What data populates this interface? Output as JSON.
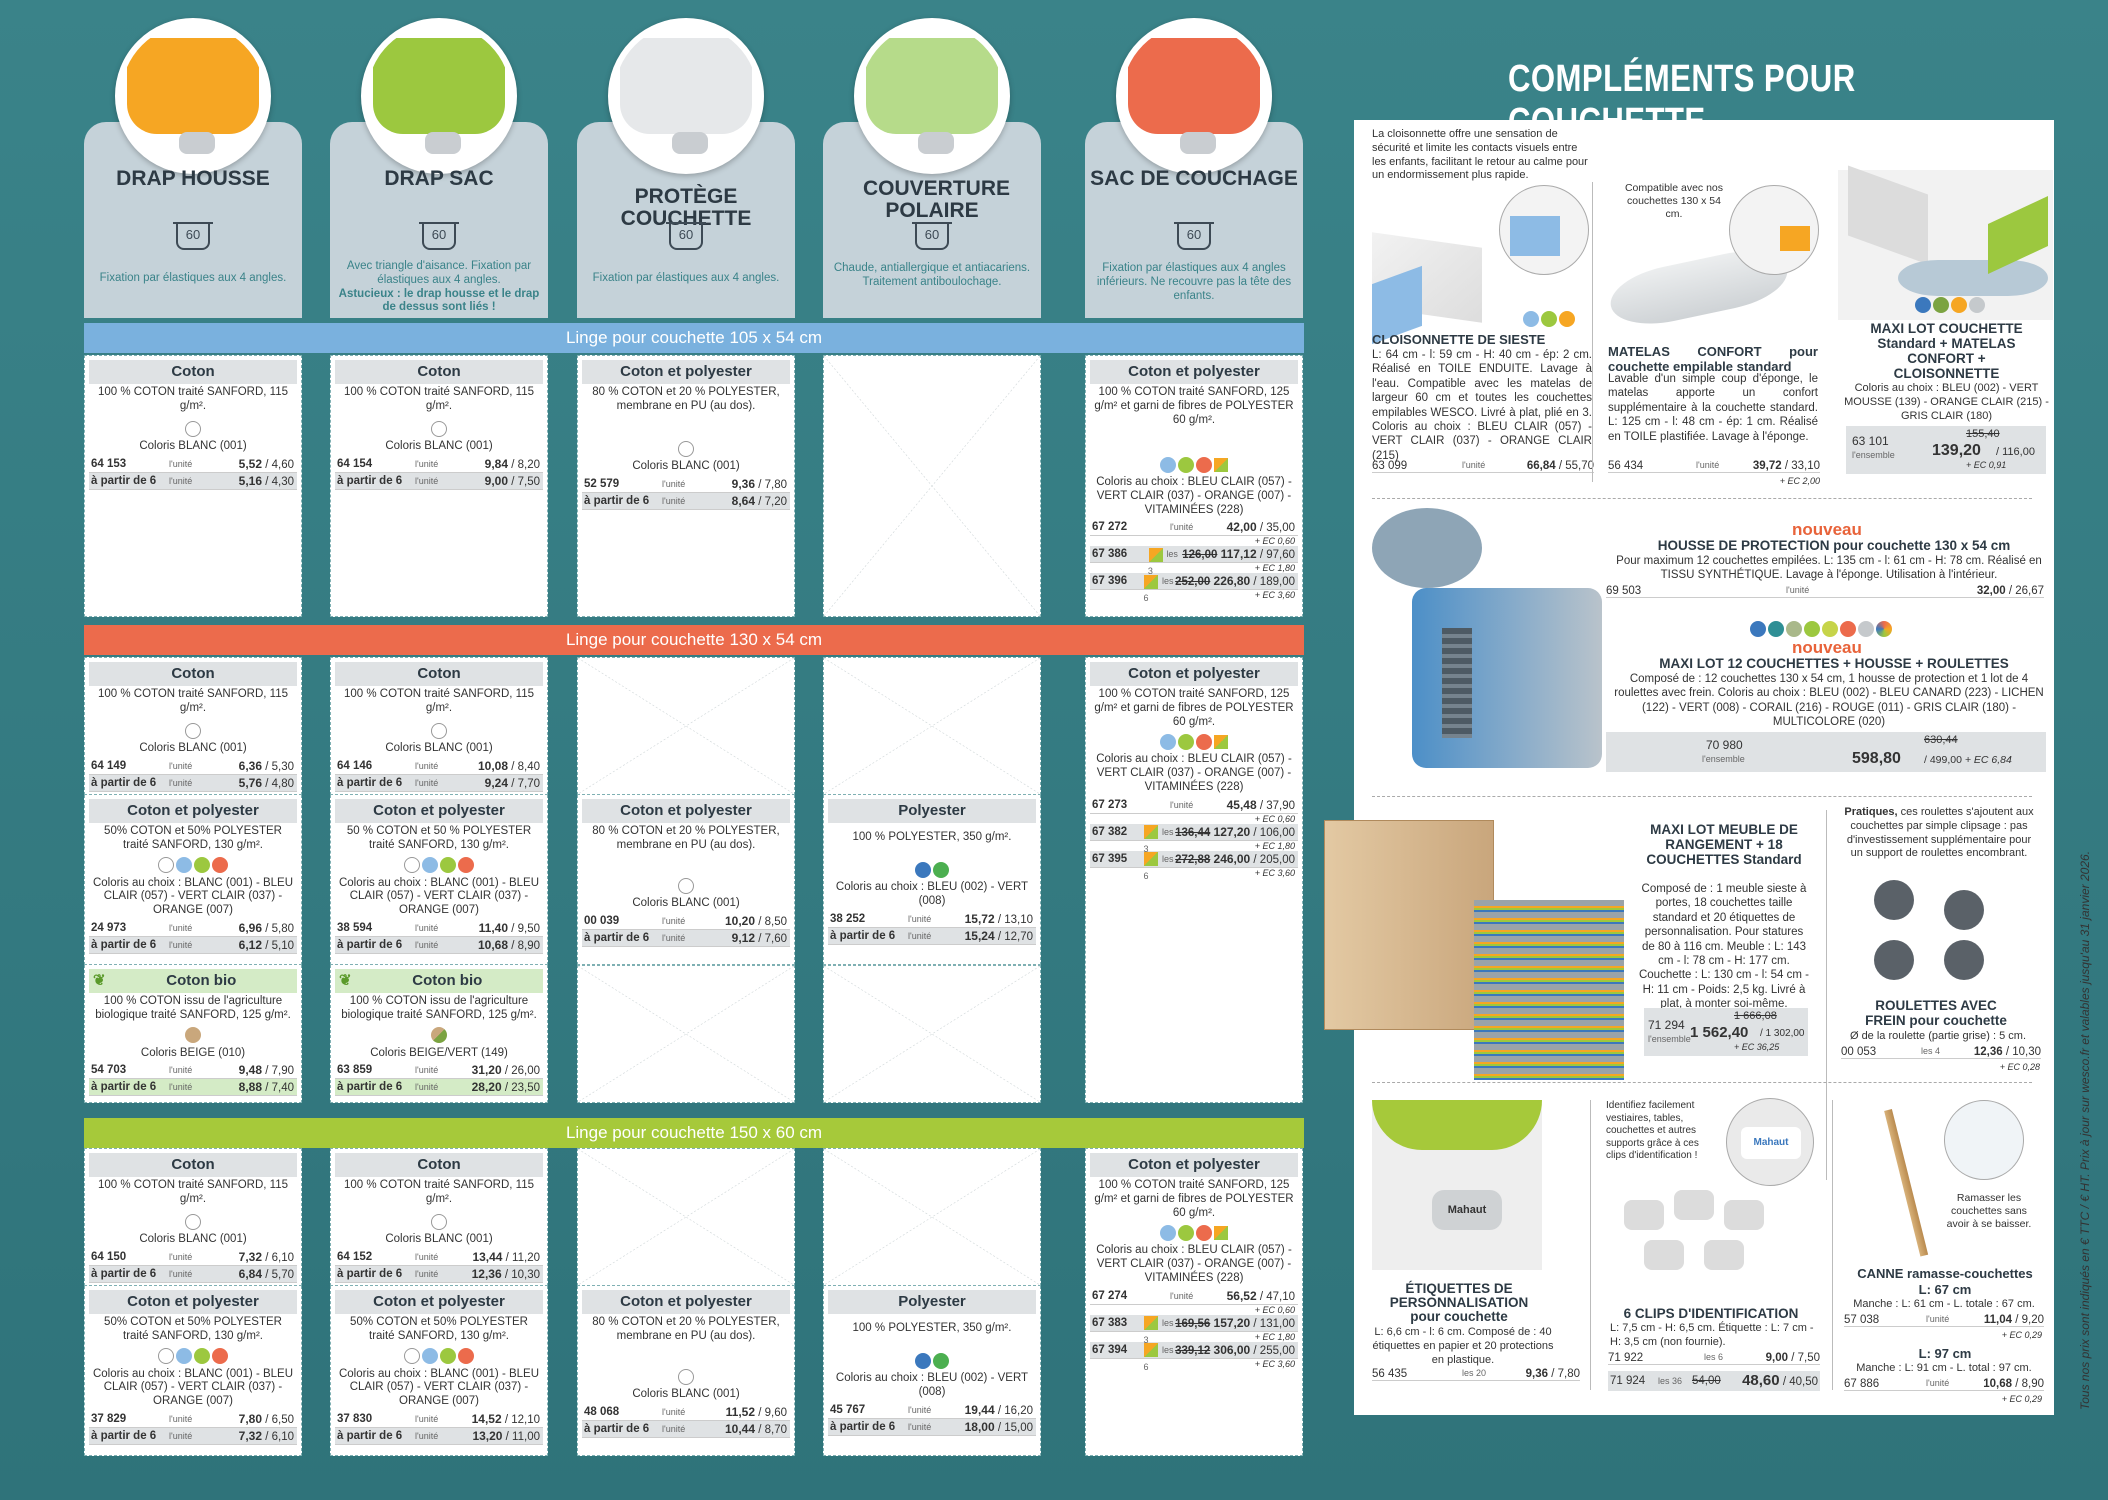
{
  "page_title": "COMPLÉMENTS POUR COUCHETTE",
  "sidenote": "Tous nos prix sont indiqués en € TTC / € HT. Prix à jour sur wesco.fr et valables jusqu'au 31 janvier 2026.",
  "wash": "60",
  "columns": [
    {
      "title": "DRAP HOUSSE",
      "desc": "Fixation par élastiques aux 4 angles.",
      "color": "#f6a623"
    },
    {
      "title": "DRAP SAC",
      "desc": "Avec triangle d'aisance. Fixation par élastiques aux 4 angles.",
      "desc2": "Astucieux : le drap housse et le drap de dessus sont liés !",
      "color": "#9cc83f"
    },
    {
      "title": "PROTÈGE COUCHETTE",
      "desc": "Fixation par élastiques aux 4 angles.",
      "color": "#e6e8ea"
    },
    {
      "title": "COUVERTURE POLAIRE",
      "desc": "Chaude, antiallergique et antiacariens. Traitement antiboulochage.",
      "color": "#b6db8a"
    },
    {
      "title": "SAC DE COUCHAGE",
      "desc": "Fixation par élastiques aux 4 angles inférieurs. Ne recouvre pas la tête des enfants.",
      "color": "#ec6b4c"
    }
  ],
  "bands": [
    "Linge pour couchette 105 x 54 cm",
    "Linge pour couchette 130 x 54 cm",
    "Linge pour couchette 150 x 60 cm"
  ],
  "labels": {
    "coton": "Coton",
    "cp": "Coton et polyester",
    "bio": "Coton bio",
    "poly": "Polyester",
    "unite": "l'unité",
    "partir": "à partir de 6",
    "les3": "les 3",
    "les6": "les 6"
  },
  "texts": {
    "coton115": "100 % COTON traité SANFORD, 115 g/m².",
    "blanc": "Coloris BLANC (001)",
    "pu": "80 % COTON et 20 % POLYESTER, membrane en PU (au dos).",
    "sac": "100 % COTON traité SANFORD, 125 g/m² et garni de fibres de POLYESTER 60 g/m².",
    "sac_col": "Coloris au choix : BLEU CLAIR (057) - VERT CLAIR (037) - ORANGE (007) - VITAMINÉES (228)",
    "cp50": "50% COTON et 50% POLYESTER traité SANFORD, 130 g/m².",
    "cp50b": "50 % COTON et 50 % POLYESTER traité SANFORD, 130 g/m².",
    "cp_col": "Coloris au choix : BLANC (001) - BLEU CLAIR (057) - VERT CLAIR (037) - ORANGE (007)",
    "bio_txt": "100 % COTON issu de l'agriculture biologique traité SANFORD, 125 g/m².",
    "beige": "Coloris BEIGE (010)",
    "beigevert": "Coloris BEIGE/VERT (149)",
    "poly350": "100 % POLYESTER, 350 g/m².",
    "poly_col": "Coloris au choix : BLEU (002) - VERT (008)"
  },
  "prices": {
    "s1c1": [
      [
        "64 153",
        "5,52",
        "/ 4,60"
      ],
      [
        "à partir de 6",
        "5,16",
        "/ 4,30"
      ]
    ],
    "s1c2": [
      [
        "64 154",
        "9,84",
        "/ 8,20"
      ],
      [
        "à partir de 6",
        "9,00",
        "/ 7,50"
      ]
    ],
    "s1c3": [
      [
        "52 579",
        "9,36",
        "/ 7,80"
      ],
      [
        "à partir de 6",
        "8,64",
        "/ 7,20"
      ]
    ],
    "s1c5": [
      [
        "67 272",
        "42,00",
        "/ 35,00",
        "+ EC 0,60"
      ],
      [
        "67 386",
        "117,12",
        "/ 97,60",
        "+ EC 1,80",
        "126,00"
      ],
      [
        "67 396",
        "226,80",
        "/ 189,00",
        "+ EC 3,60",
        "252,00"
      ]
    ],
    "s2c1a": [
      [
        "64 149",
        "6,36",
        "/ 5,30"
      ],
      [
        "à partir de 6",
        "5,76",
        "/ 4,80"
      ]
    ],
    "s2c2a": [
      [
        "64 146",
        "10,08",
        "/ 8,40"
      ],
      [
        "à partir de 6",
        "9,24",
        "/ 7,70"
      ]
    ],
    "s2c5": [
      [
        "67 273",
        "45,48",
        "/ 37,90",
        "+ EC 0,60"
      ],
      [
        "67 382",
        "127,20",
        "/ 106,00",
        "+ EC 1,80",
        "136,44"
      ],
      [
        "67 395",
        "246,00",
        "/ 205,00",
        "+ EC 3,60",
        "272,88"
      ]
    ],
    "s2c1b": [
      [
        "24 973",
        "6,96",
        "/ 5,80"
      ],
      [
        "à partir de 6",
        "6,12",
        "/ 5,10"
      ]
    ],
    "s2c2b": [
      [
        "38 594",
        "11,40",
        "/ 9,50"
      ],
      [
        "à partir de 6",
        "10,68",
        "/ 8,90"
      ]
    ],
    "s2c3": [
      [
        "00 039",
        "10,20",
        "/ 8,50"
      ],
      [
        "à partir de 6",
        "9,12",
        "/ 7,60"
      ]
    ],
    "s2c4": [
      [
        "38 252",
        "15,72",
        "/ 13,10"
      ],
      [
        "à partir de 6",
        "15,24",
        "/ 12,70"
      ]
    ],
    "s2c1c": [
      [
        "54 703",
        "9,48",
        "/ 7,90"
      ],
      [
        "à partir de 6",
        "8,88",
        "/ 7,40"
      ]
    ],
    "s2c2c": [
      [
        "63 859",
        "31,20",
        "/ 26,00"
      ],
      [
        "à partir de 6",
        "28,20",
        "/ 23,50"
      ]
    ],
    "s3c1a": [
      [
        "64 150",
        "7,32",
        "/ 6,10"
      ],
      [
        "à partir de 6",
        "6,84",
        "/ 5,70"
      ]
    ],
    "s3c2a": [
      [
        "64 152",
        "13,44",
        "/ 11,20"
      ],
      [
        "à partir de 6",
        "12,36",
        "/ 10,30"
      ]
    ],
    "s3c5": [
      [
        "67 274",
        "56,52",
        "/ 47,10",
        "+ EC 0,60"
      ],
      [
        "67 383",
        "157,20",
        "/ 131,00",
        "+ EC 1,80",
        "169,56"
      ],
      [
        "67 394",
        "306,00",
        "/ 255,00",
        "+ EC 3,60",
        "339,12"
      ]
    ],
    "s3c1b": [
      [
        "37 829",
        "7,80",
        "/ 6,50"
      ],
      [
        "à partir de 6",
        "7,32",
        "/ 6,10"
      ]
    ],
    "s3c2b": [
      [
        "37 830",
        "14,52",
        "/ 12,10"
      ],
      [
        "à partir de 6",
        "13,20",
        "/ 11,00"
      ]
    ],
    "s3c3": [
      [
        "48 068",
        "11,52",
        "/ 9,60"
      ],
      [
        "à partir de 6",
        "10,44",
        "/ 8,70"
      ]
    ],
    "s3c4": [
      [
        "45 767",
        "19,44",
        "/ 16,20"
      ],
      [
        "à partir de 6",
        "18,00",
        "/ 15,00"
      ]
    ]
  },
  "right": {
    "intro": "La cloisonnette offre une sensation de sécurité et limite les contacts visuels entre les enfants, facilitant le retour au calme pour un endormissement plus rapide.",
    "compat": "Compatible avec nos couchettes 130 x 54 cm.",
    "p1_title": "CLOISONNETTE DE SIESTE",
    "p1_txt": "L: 64 cm - l: 59 cm - H: 40 cm - ép: 2 cm. Réalisé en TOILE ENDUITE. Lavage à l'eau. Compatible avec les matelas de largeur 60 cm et toutes les couchettes empilables WESCO. Livré à plat, plié en 3. Coloris au choix : BLEU CLAIR (057) - VERT CLAIR (037) - ORANGE CLAIR (215)",
    "p1_ref": "63 099",
    "p1_price": "66,84",
    "p1_ht": "/ 55,70",
    "p2_title": "MATELAS CONFORT pour couchette empilable standard",
    "p2_txt": "Lavable d'un simple coup d'éponge, le matelas apporte un confort supplémentaire à la couchette standard. L: 125 cm - l: 48 cm - ép: 1 cm. Réalisé en TOILE plastifiée. Lavage à l'éponge.",
    "p2_ref": "56 434",
    "p2_price": "39,72",
    "p2_ht": "/ 33,10",
    "p2_ec": "+ EC 2,00",
    "p3_title": "MAXI LOT COUCHETTE Standard + MATELAS CONFORT + CLOISONNETTE",
    "p3_txt": "Coloris au choix : BLEU (002) - VERT MOUSSE (139) - ORANGE CLAIR (215) - GRIS CLAIR (180)",
    "p3_ref": "63 101",
    "p3_unit": "l'ensemble",
    "p3_old": "155,40",
    "p3_price": "139,20",
    "p3_ht": "/ 116,00",
    "p3_ec": "+ EC 0,91",
    "nouveau": "nouveau",
    "p4_title": "HOUSSE DE PROTECTION pour couchette 130 x 54 cm",
    "p4_txt": "Pour maximum 12 couchettes empilées. L: 135 cm - l: 61 cm - H: 78 cm. Réalisé en TISSU SYNTHÉTIQUE. Lavage à l'éponge. Utilisation à l'intérieur.",
    "p4_ref": "69 503",
    "p4_price": "32,00",
    "p4_ht": "/ 26,67",
    "p5_title": "MAXI LOT 12 COUCHETTES + HOUSSE + ROULETTES",
    "p5_txt": "Composé de : 12 couchettes 130 x 54 cm, 1 housse de protection et 1 lot de 4 roulettes avec frein. Coloris au choix : BLEU (002) - BLEU CANARD (223) - LICHEN (122) - VERT (008) - CORAIL (216) - ROUGE (011) - GRIS CLAIR (180) - MULTICOLORE (020)",
    "p5_ref": "70 980",
    "p5_old": "630,44",
    "p5_price": "598,80",
    "p5_ht": "/ 499,00",
    "p5_ec": "+ EC 6,84",
    "p6_title": "MAXI LOT MEUBLE DE RANGEMENT + 18 COUCHETTES Standard",
    "p6_txt": "Composé de : 1 meuble sieste à portes, 18 couchettes taille standard et 20 étiquettes de personnalisation. Pour statures de 80 à 116 cm. Meuble : L: 143 cm - l: 78 cm - H: 177 cm. Couchette : L: 130 cm - l: 54 cm - H: 11 cm - Poids: 2,5 kg. Livré à plat, à monter soi-même.",
    "p6_ref": "71 294",
    "p6_old": "1 666,08",
    "p6_price": "1 562,40",
    "p6_ht": "/ 1 302,00",
    "p6_ec": "+ EC 36,25",
    "p7_intro_b": "Pratiques,",
    "p7_intro": "ces roulettes s'ajoutent aux couchettes par simple clipsage : pas d'investissement supplémentaire pour un support de roulettes encombrant.",
    "p7_title": "ROULETTES AVEC FREIN pour couchette",
    "p7_txt": "Ø de la roulette (partie grise) : 5 cm.",
    "p7_ref": "00 053",
    "p7_unit": "les 4",
    "p7_price": "12,36",
    "p7_ht": "/ 10,30",
    "p7_ec": "+ EC 0,28",
    "p8_title": "ÉTIQUETTES DE PERSONNALISATION pour couchette",
    "p8_txt": "L: 6,6 cm - l: 6 cm. Composé de : 40 étiquettes en papier et 20 protections en plastique.",
    "p8_ref": "56 435",
    "p8_unit": "les 20",
    "p8_price": "9,36",
    "p8_ht": "/ 7,80",
    "p9_intro": "Identifiez facilement vestiaires, tables, couchettes et autres supports grâce à ces clips d'identification !",
    "p9_title": "6 CLIPS D'IDENTIFICATION",
    "p9_txt": "L: 7,5 cm - H: 6,5 cm. Étiquette : L: 7 cm - H: 3,5 cm (non fournie).",
    "p9_ref": "71 922",
    "p9_unit": "les 6",
    "p9_price": "9,00",
    "p9_ht": "/ 7,50",
    "p9_ref2": "71 924",
    "p9_unit2": "les 36",
    "p9_old2": "54,00",
    "p9_price2": "48,60",
    "p9_ht2": "/ 40,50",
    "p10_intro": "Ramasser les couchettes sans avoir à se baisser.",
    "p10_title": "CANNE ramasse-couchettes",
    "p10_sub1": "L: 67 cm",
    "p10_txt1": "Manche : L: 61 cm - L. totale : 67 cm.",
    "p10_ref1": "57 038",
    "p10_price1": "11,04",
    "p10_ht1": "/ 9,20",
    "p10_ec1": "+ EC 0,29",
    "p10_sub2": "L: 97 cm",
    "p10_txt2": "Manche : L: 91 cm - L. total : 97 cm.",
    "p10_ref2": "67 886",
    "p10_price2": "10,68",
    "p10_ht2": "/ 8,90",
    "p10_ec2": "+ EC 0,29",
    "mahaut": "Mahaut"
  }
}
